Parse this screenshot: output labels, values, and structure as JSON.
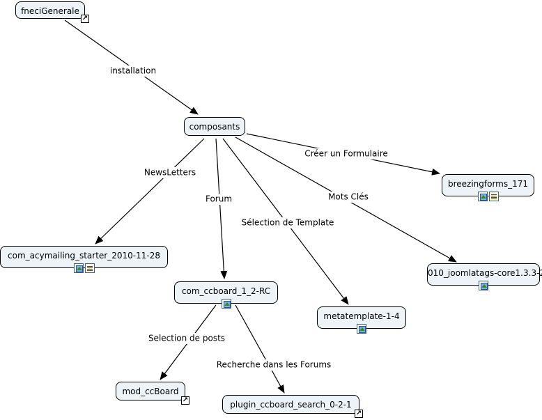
{
  "nodes": {
    "fneci": {
      "label": "fneciGenerale",
      "icons": [],
      "shortcut": true
    },
    "composants": {
      "label": "composants",
      "icons": [],
      "shortcut": false
    },
    "breezing": {
      "label": "breezingforms_171",
      "icons": [
        "image-icon",
        "document-icon"
      ],
      "shortcut": false
    },
    "acymailing": {
      "label": "com_acymailing_starter_2010-11-28",
      "icons": [
        "image-icon",
        "document-icon"
      ],
      "shortcut": false
    },
    "joomlatags": {
      "label": "010_joomlatags-core1.3.3-2",
      "icons": [
        "image-icon"
      ],
      "shortcut": false
    },
    "ccboard": {
      "label": "com_ccboard_1_2-RC",
      "icons": [
        "image-icon"
      ],
      "shortcut": false
    },
    "metatemplate": {
      "label": "metatemplate-1-4",
      "icons": [
        "image-icon"
      ],
      "shortcut": false
    },
    "modccboard": {
      "label": "mod_ccBoard",
      "icons": [],
      "shortcut": true
    },
    "plugin": {
      "label": "plugin_ccboard_search_0-2-1",
      "icons": [],
      "shortcut": true
    }
  },
  "links": [
    {
      "from": "fneci",
      "to": "composants",
      "label": "installation"
    },
    {
      "from": "composants",
      "to": "breezing",
      "label": "Créer un Formulaire"
    },
    {
      "from": "composants",
      "to": "acymailing",
      "label": "NewsLetters"
    },
    {
      "from": "composants",
      "to": "ccboard",
      "label": "Forum"
    },
    {
      "from": "composants",
      "to": "metatemplate",
      "label": "Sélection de Template"
    },
    {
      "from": "composants",
      "to": "joomlatags",
      "label": "Mots Clés"
    },
    {
      "from": "ccboard",
      "to": "modccboard",
      "label": "Selection de posts"
    },
    {
      "from": "ccboard",
      "to": "plugin",
      "label": "Recherche dans les Forums"
    }
  ],
  "colors": {
    "node_fill": "#eef3f7",
    "border": "#000000",
    "line": "#000000"
  }
}
